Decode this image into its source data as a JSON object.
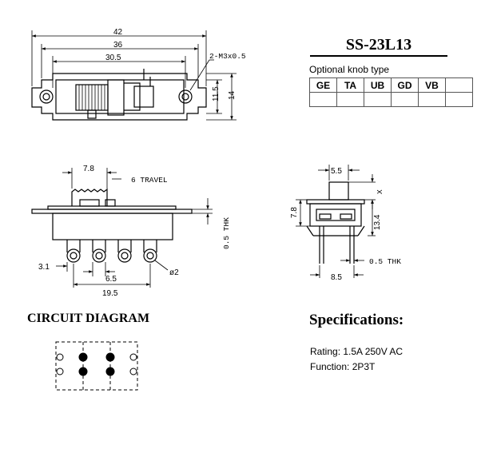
{
  "model": "SS-23L13",
  "knob_caption": "Optional knob type",
  "knob_types": [
    "GE",
    "TA",
    "UB",
    "GD",
    "VB",
    ""
  ],
  "top_view": {
    "dim_overall": "42",
    "dim_mount": "36",
    "dim_holes": "30.5",
    "dim_height_outer": "14",
    "dim_height_inner": "11.5",
    "screw_note": "2-M3x0.5"
  },
  "side_view": {
    "dim_actuator": "7.8",
    "travel_note": "6 TRAVEL",
    "thickness_note": "0.5 THK",
    "pin_pitch": "6.5",
    "pin_offset": "3.1",
    "pin_span": "19.5",
    "hole_diameter": "ø2"
  },
  "end_view": {
    "dim_knob": "5.5",
    "dim_x": "X",
    "dim_body": "7.8",
    "dim_depth": "13.4",
    "thickness_note": "0.5 THK",
    "dim_width": "8.5"
  },
  "circuit_heading": "CIRCUIT DIAGRAM",
  "spec_heading": "Specifications:",
  "specs": {
    "rating": "Rating: 1.5A 250V AC",
    "function": "Function: 2P3T"
  }
}
